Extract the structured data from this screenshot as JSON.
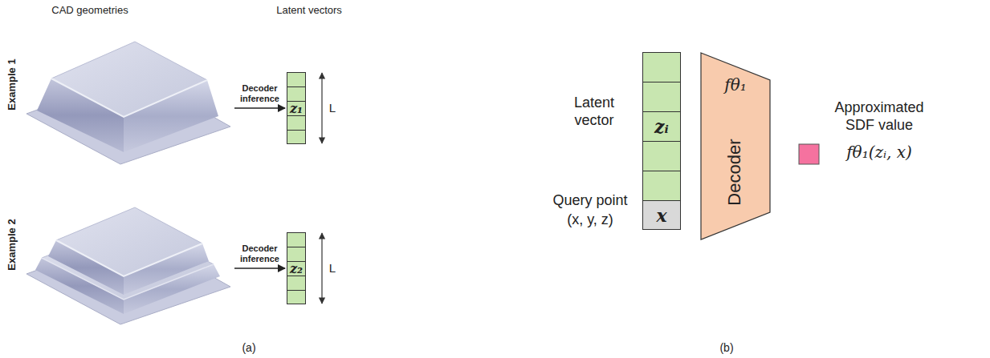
{
  "diagram": {
    "nodes": [
      {
        "text": [
          "Example 1"
        ]
      },
      {
        "text": [
          "z₁"
        ]
      },
      {
        "text": [
          "Example 2"
        ]
      },
      {
        "text": [
          "z₂"
        ]
      },
      {
        "text": [
          "zᵢ",
          "x"
        ]
      },
      {
        "text": [
          "fθ₁",
          "Decoder"
        ]
      }
    ],
    "edges": [
      {
        "from": 0,
        "to": 1,
        "arrow": "to",
        "label": "Decoder inference"
      },
      {
        "from": 2,
        "to": 3,
        "arrow": "to",
        "label": "Decoder inference"
      }
    ],
    "labels": [
      "CAD geometries",
      "Latent vectors",
      "L",
      "L",
      "(a)",
      "Latent vector",
      "Query point",
      "(x, y, z)",
      "Approximated SDF value",
      "fθ₁(zᵢ, x)",
      "(b)"
    ]
  }
}
